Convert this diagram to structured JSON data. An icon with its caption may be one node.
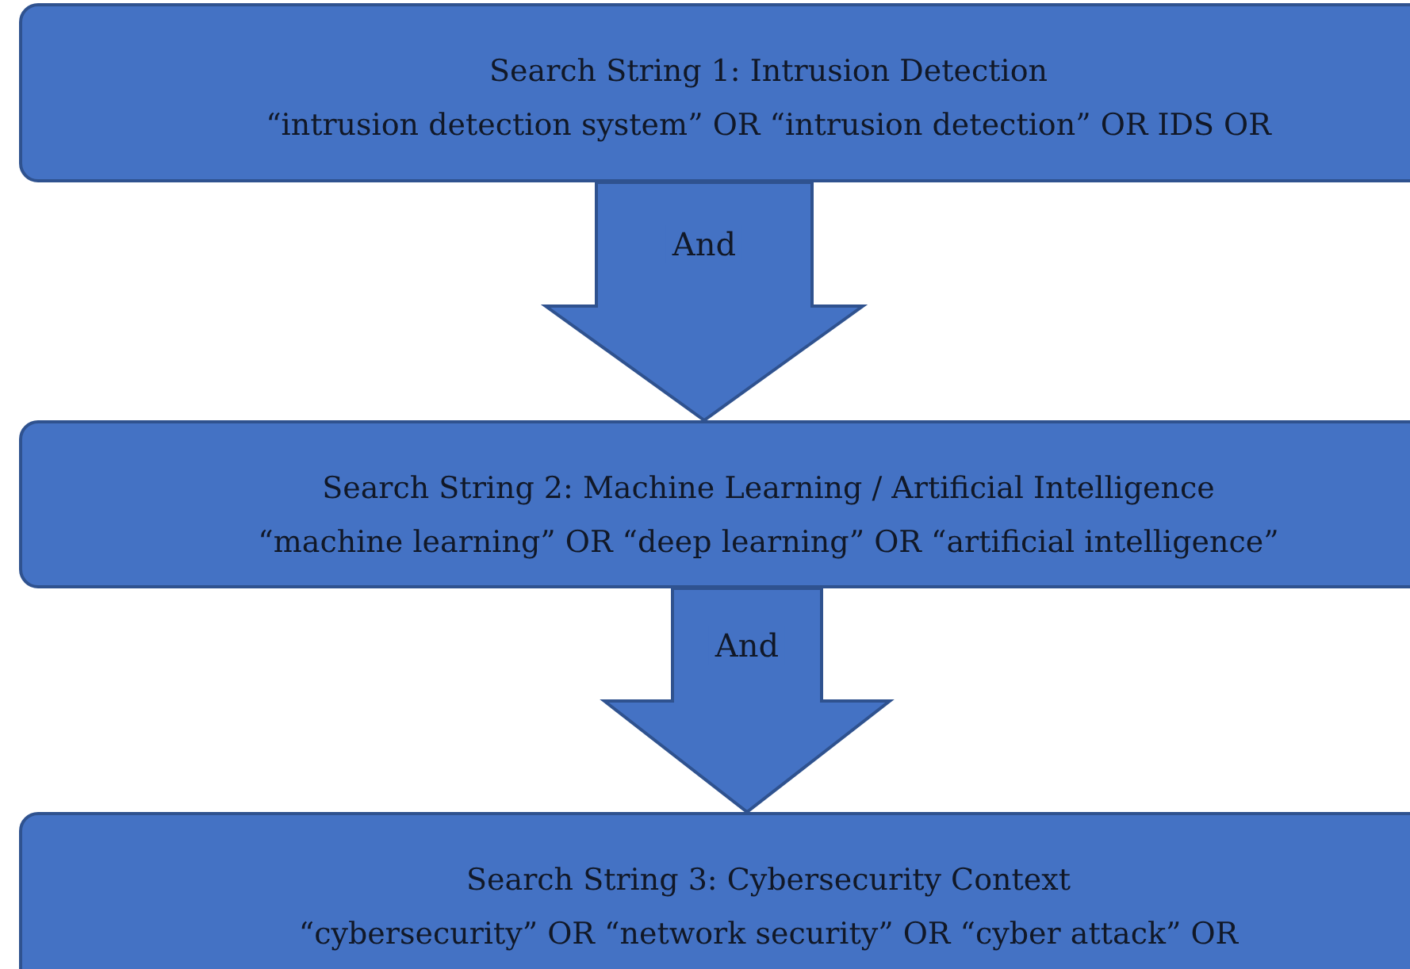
{
  "diagram": {
    "nodes": [
      {
        "text": [
          "Search String 1: Intrusion Detection",
          "“intrusion detection system” OR “intrusion detection” OR IDS OR"
        ]
      },
      {
        "text": [
          "Search String 2: Machine Learning / Artificial Intelligence",
          "“machine learning” OR “deep learning” OR “artificial intelligence”"
        ]
      },
      {
        "text": [
          "Search String 3: Cybersecurity Context",
          "“cybersecurity” OR “network security” OR “cyber attack” OR"
        ]
      }
    ],
    "edges": [
      {
        "from": 0,
        "to": 1,
        "arrow": "to",
        "label": "And"
      },
      {
        "from": 1,
        "to": 2,
        "arrow": "to",
        "label": "And"
      }
    ]
  }
}
